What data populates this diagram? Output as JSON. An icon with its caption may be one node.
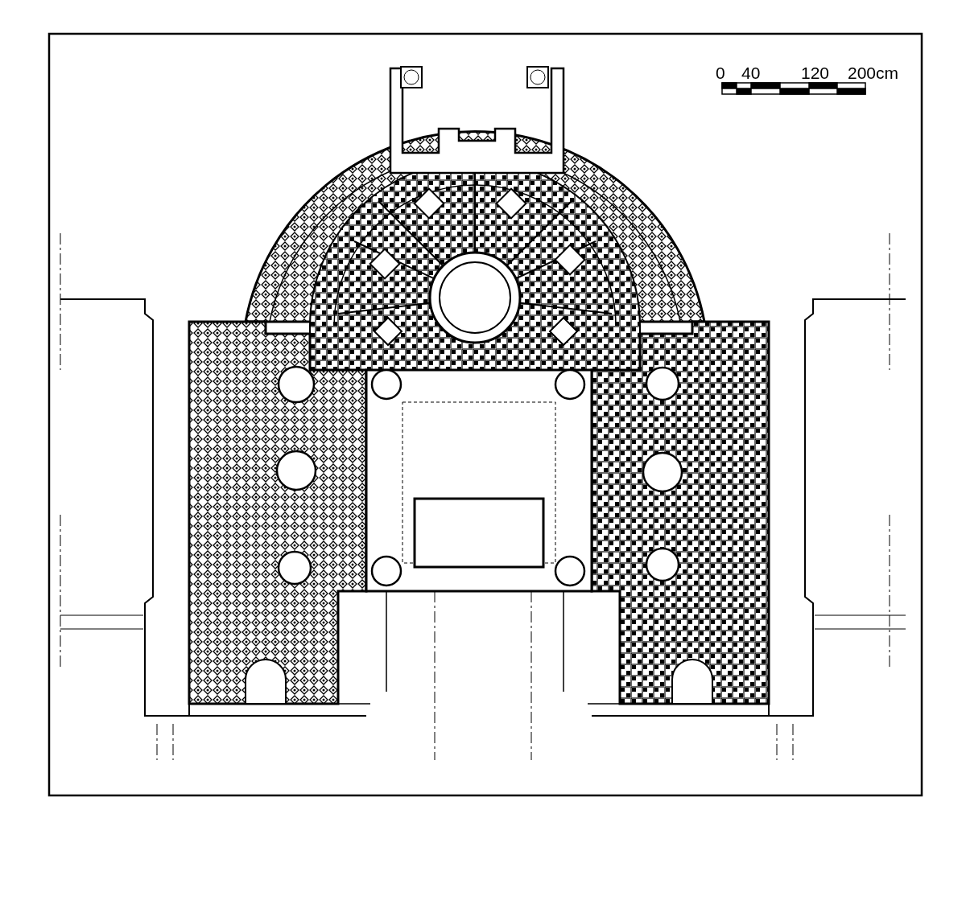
{
  "diagram": {
    "labels": [
      "0",
      "40",
      "120",
      "200cm"
    ]
  }
}
